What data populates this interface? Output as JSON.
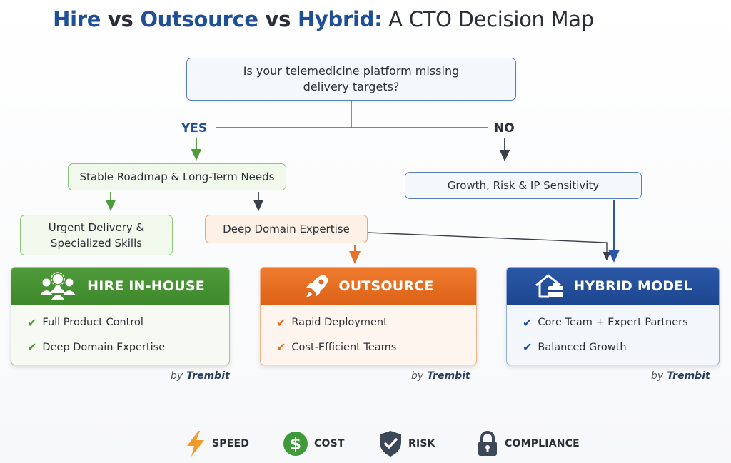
{
  "title": {
    "w1": "Hire",
    "s1": " vs ",
    "w2": "Outsource",
    "s2": " vs ",
    "w3": "Hybrid:",
    "rest": " A CTO Decision Map"
  },
  "question": "Is your telemedicine platform missing delivery targets?",
  "branches": {
    "yes": "YES",
    "no": "NO"
  },
  "nodes": {
    "stable": "Stable Roadmap & Long-Term Needs",
    "growth": "Growth, Risk & IP Sensitivity",
    "urgent": "Urgent Delivery & Specialized Skills",
    "deep": "Deep Domain Expertise"
  },
  "cards": [
    {
      "title": "HIRE IN-HOUSE",
      "icon": "team-icon",
      "items": [
        "Full Product Control",
        "Deep Domain Expertise"
      ],
      "color": "#3e8a2c"
    },
    {
      "title": "OUTSOURCE",
      "icon": "rocket-icon",
      "items": [
        "Rapid Deployment",
        "Cost-Efficient Teams"
      ],
      "color": "#dc6217"
    },
    {
      "title": "HYBRID MODEL",
      "icon": "house-briefcase-icon",
      "items": [
        "Core Team + Expert Partners",
        "Balanced Growth"
      ],
      "color": "#1e4690"
    }
  ],
  "byline": {
    "by": "by",
    "brand": "Trembit"
  },
  "legend": [
    {
      "label": "SPEED",
      "icon": "lightning-icon",
      "color": "#f39a2b"
    },
    {
      "label": "COST",
      "icon": "dollar-icon",
      "color": "#3f9a3a"
    },
    {
      "label": "RISK",
      "icon": "shield-check-icon",
      "color": "#3c4757"
    },
    {
      "label": "COMPLIANCE",
      "icon": "padlock-icon",
      "color": "#3c4757"
    }
  ],
  "colors": {
    "primary_blue": "#1f4f96",
    "green": "#3e8a2c",
    "orange": "#dc6217",
    "gray": "#2b2f36"
  }
}
